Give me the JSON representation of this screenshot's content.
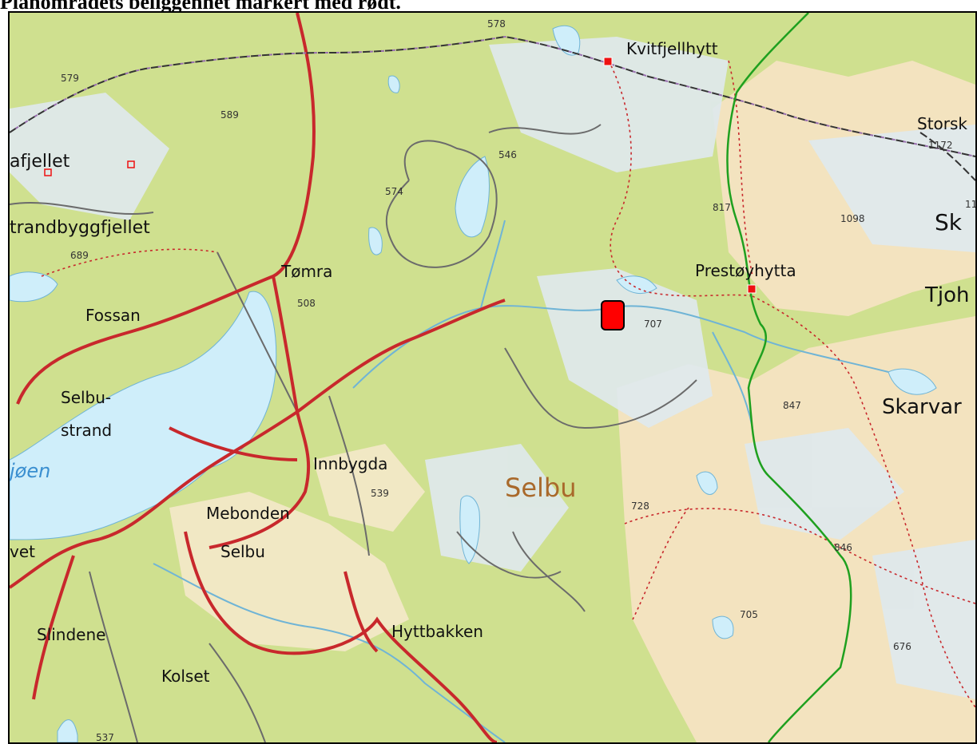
{
  "caption": "Planområdets beliggenhet markert med rødt.",
  "map": {
    "places": {
      "kvitfjellhytta": "Kvitfjellhytt",
      "storsk": "Storsk",
      "hafjellet": "afjellet",
      "strandbyggfjellet": "trandbyggfjellet",
      "sk": "Sk",
      "tomra": "Tømra",
      "prestoyhytta": "Prestøyhytta",
      "tjoh": "Tjoh",
      "fossan": "Fossan",
      "selbustrand_1": "Selbu-",
      "selbustrand_2": "strand",
      "skarvan": "Skarvar",
      "sjoen": "jøen",
      "innbygda": "Innbygda",
      "selbu_region": "Selbu",
      "mebonden": "Mebonden",
      "selbu_town": "Selbu",
      "vet": "vet",
      "slindene": "Slindene",
      "hyttbakken": "Hyttbakken",
      "kolset": "Kolset"
    },
    "heights": {
      "h578": "578",
      "h579": "579",
      "h589": "589",
      "h546": "546",
      "h1172": "1172",
      "h574": "574",
      "h817": "817",
      "h1098": "1098",
      "h11": "11",
      "h689": "689",
      "h508": "508",
      "h707": "707",
      "h847": "847",
      "h539": "539",
      "h728": "728",
      "h846": "846",
      "h705": "705",
      "h676": "676",
      "h537": "537"
    },
    "colors": {
      "forest": "#cfe08f",
      "open_land": "#f3e3bf",
      "water": "#cfeefa",
      "road": "#c8282c",
      "boundary_green": "#1fa01f",
      "boundary_purple": "#7a4a8a",
      "plan_area": "#ff0000"
    }
  }
}
